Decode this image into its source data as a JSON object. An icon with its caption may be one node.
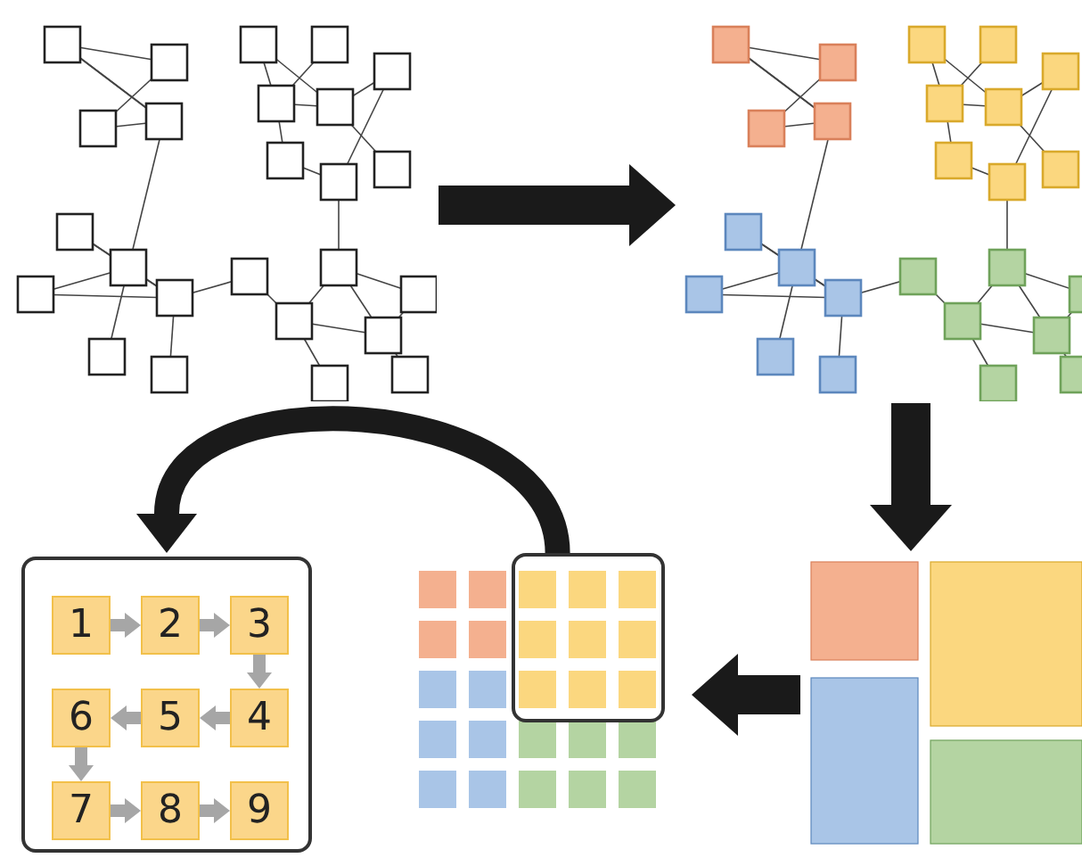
{
  "diagram": {
    "nodes": [
      {
        "text": [],
        "shape": "picture"
      },
      {
        "text": [],
        "shape": "picture"
      },
      {
        "text": [],
        "shape": "picture"
      },
      {
        "text": [],
        "shape": "picture"
      },
      {
        "text": [],
        "shape": "box",
        "in": 3
      },
      {
        "text": [],
        "shape": "box"
      },
      {
        "text": [
          "1"
        ],
        "in": 5
      },
      {
        "text": [
          "2"
        ],
        "in": 5
      },
      {
        "text": [
          "3"
        ],
        "in": 5
      },
      {
        "text": [
          "6"
        ],
        "in": 5
      },
      {
        "text": [
          "5"
        ],
        "in": 5
      },
      {
        "text": [
          "4"
        ],
        "in": 5
      },
      {
        "text": [
          "7"
        ],
        "in": 5
      },
      {
        "text": [
          "8"
        ],
        "in": 5
      },
      {
        "text": [
          "9"
        ],
        "in": 5
      }
    ],
    "edges": [
      {
        "from": 0,
        "to": 1,
        "arrow": "to",
        "style": "thick",
        "color": "#1a1a1a"
      },
      {
        "from": 1,
        "to": 2,
        "arrow": "to",
        "style": "thick",
        "color": "#1a1a1a"
      },
      {
        "from": 2,
        "to": 3,
        "arrow": "to",
        "style": "thick",
        "color": "#1a1a1a"
      },
      {
        "from": 4,
        "to": 5,
        "arrow": "to",
        "style": "thick",
        "color": "#1a1a1a"
      },
      {
        "from": 6,
        "to": 7,
        "arrow": "to"
      },
      {
        "from": 7,
        "to": 8,
        "arrow": "to"
      },
      {
        "from": 8,
        "to": 11,
        "arrow": "to"
      },
      {
        "from": 11,
        "to": 10,
        "arrow": "to"
      },
      {
        "from": 10,
        "to": 9,
        "arrow": "to"
      },
      {
        "from": 9,
        "to": 12,
        "arrow": "to"
      },
      {
        "from": 12,
        "to": 13,
        "arrow": "to"
      },
      {
        "from": 13,
        "to": 14,
        "arrow": "to"
      }
    ]
  }
}
